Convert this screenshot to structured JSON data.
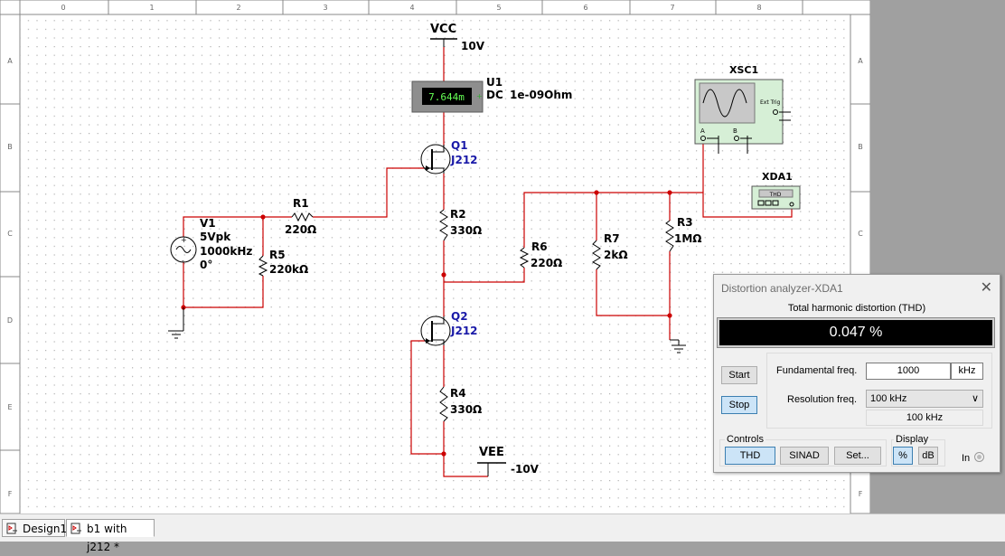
{
  "colors": {
    "wire": "#cc0000",
    "component": "#000000",
    "transistor_label": "#1a1aa8",
    "grid_dot": "#b0b0b0",
    "instrument_bg": "#d6efd6"
  },
  "ruler": {
    "columns": [
      "0",
      "1",
      "2",
      "3",
      "4",
      "5",
      "6",
      "7",
      "8"
    ],
    "rows": [
      "A",
      "B",
      "C",
      "D",
      "E",
      "F"
    ]
  },
  "schematic": {
    "vcc": {
      "name": "VCC",
      "value": "10V"
    },
    "vee": {
      "name": "VEE",
      "value": "-10V"
    },
    "u1": {
      "name": "U1",
      "reading": "7.644m",
      "mode": "DC",
      "resistance": "1e-09Ohm"
    },
    "q1": {
      "name": "Q1",
      "model": "J212"
    },
    "q2": {
      "name": "Q2",
      "model": "J212"
    },
    "v1": {
      "name": "V1",
      "amplitude": "5Vpk",
      "frequency": "1000kHz",
      "phase": "0°"
    },
    "r1": {
      "name": "R1",
      "value": "220Ω"
    },
    "r2": {
      "name": "R2",
      "value": "330Ω"
    },
    "r3": {
      "name": "R3",
      "value": "1MΩ"
    },
    "r4": {
      "name": "R4",
      "value": "330Ω"
    },
    "r5": {
      "name": "R5",
      "value": "220kΩ"
    },
    "r6": {
      "name": "R6",
      "value": "220Ω"
    },
    "r7": {
      "name": "R7",
      "value": "2kΩ"
    },
    "xsc1": {
      "name": "XSC1",
      "ext_trig": "Ext Trig",
      "channel_a": "A",
      "channel_b": "B"
    },
    "xda1": {
      "name": "XDA1",
      "panel": "THD"
    }
  },
  "dialog": {
    "title": "Distortion analyzer-XDA1",
    "thd_label": "Total harmonic distortion (THD)",
    "thd_value": "0.047 %",
    "start_label": "Start",
    "stop_label": "Stop",
    "fundamental_label": "Fundamental freq.",
    "fundamental_value": "1000",
    "fundamental_unit": "kHz",
    "resolution_label": "Resolution freq.",
    "resolution_selected": "100 kHz",
    "resolution_readout": "100 kHz",
    "controls_label": "Controls",
    "thd_button": "THD",
    "sinad_button": "SINAD",
    "set_button": "Set...",
    "display_label": "Display",
    "percent_button": "%",
    "db_button": "dB",
    "in_label": "In"
  },
  "tabs": [
    {
      "label": "Design1"
    },
    {
      "label": "b1 with j212 *"
    }
  ]
}
